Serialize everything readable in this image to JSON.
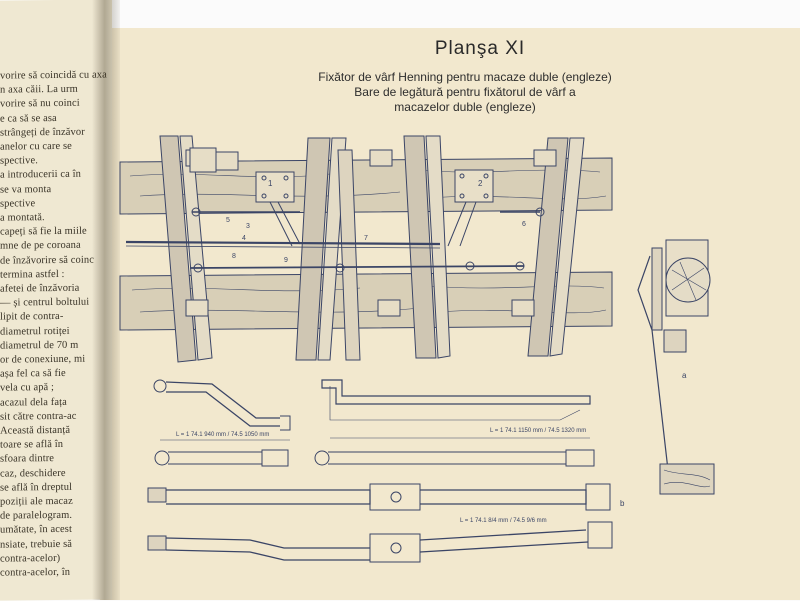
{
  "plate": {
    "title": "Planşa XI",
    "subtitle_lines": [
      "Fixător de vârf Henning pentru macaze duble (engleze)",
      "Bare de legătură pentru fixătorul de vârf a",
      "macazelor duble (engleze)"
    ]
  },
  "left_page_lines": [
    "vorire să coincidă cu axa",
    "n axa căii. La urm",
    "vorire să nu coinci",
    "e ca să se asa",
    "strângeți de înzăvor",
    "anelor cu care se",
    "spective.",
    "a introducerii ca în",
    "se va monta",
    "spective",
    "a montată.",
    "capeți să fie la miile",
    "mne de pe coroana",
    "de înzăvorire să coinc",
    "termina astfel :",
    "afetei de înzăvoria",
    "— și centrul boltului",
    "lipit de contra-",
    "diametrul rotiței",
    "diametrul de 70 m",
    "or de conexiune, mi",
    "așa fel ca să fie",
    "vela cu apă ;",
    "acazul dela fața",
    "sit către contra-ac",
    "Această distanță",
    "toare se află în",
    "sfoara dintre",
    "caz, deschidere",
    "se află în dreptul",
    "poziții ale macaz",
    "de paralelogram.",
    "umătate, în acest",
    "nsiate, trebuie să",
    "contra-acelor)",
    "contra-acelor, în"
  ],
  "drawing_labels": {
    "part_numbers": [
      "1",
      "2",
      "3",
      "4",
      "5",
      "6",
      "7",
      "8",
      "9"
    ],
    "dim_upper_left": "L = 1 74.1 940 mm / 74.5 1050 mm",
    "dim_upper_right": "L = 1 74.1 1150 mm / 74.5 1320 mm",
    "dim_lower": "L = 1 74.1 8/4 mm / 74.5 9/6 mm",
    "section_label": "a",
    "bar_label_b": "b"
  },
  "colors": {
    "paper": "#f2e8ce",
    "left_paper": "#efe8d2",
    "ink": "#3b4566",
    "rail": "#cfc6b3",
    "wood": "#d6ccb4",
    "background": "#fbfbfb"
  }
}
